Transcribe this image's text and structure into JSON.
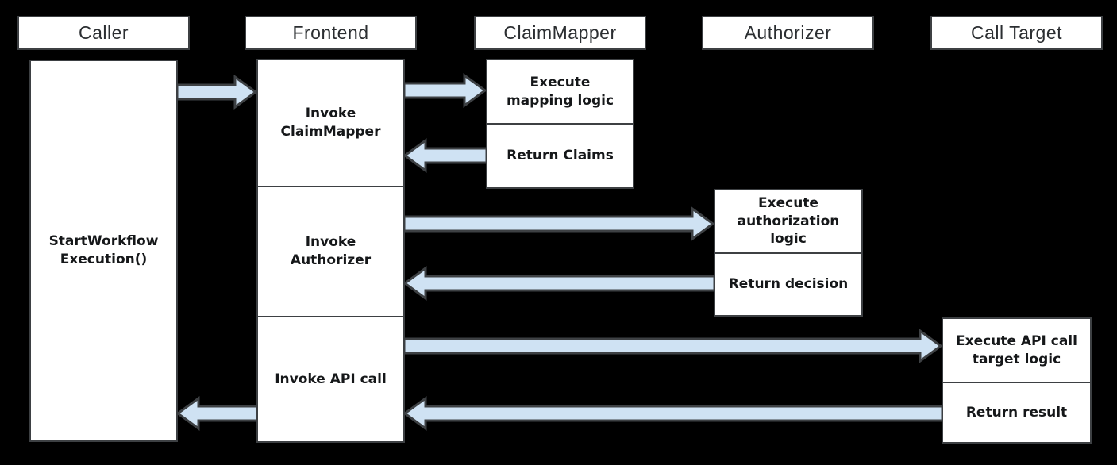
{
  "diagram": {
    "kind": "sequence-workflow-diagram",
    "lanes": [
      {
        "name": "caller",
        "header": "Caller"
      },
      {
        "name": "frontend",
        "header": "Frontend"
      },
      {
        "name": "claimmapper",
        "header": "ClaimMapper"
      },
      {
        "name": "authorizer",
        "header": "Authorizer"
      },
      {
        "name": "calltarget",
        "header": "Call Target"
      }
    ],
    "boxes": {
      "caller_start": "StartWorkflow\nExecution()",
      "frontend_invoke_claimmapper": "Invoke\nClaimMapper",
      "frontend_invoke_authorizer": "Invoke\nAuthorizer",
      "frontend_invoke_api_call": "Invoke API call",
      "claimmapper_execute": "Execute\nmapping logic",
      "claimmapper_return": "Return Claims",
      "authorizer_execute": "Execute\nauthorization\nlogic",
      "authorizer_return": "Return decision",
      "calltarget_execute": "Execute API call\ntarget logic",
      "calltarget_return": "Return result"
    },
    "connections": [
      {
        "from": "Caller",
        "to": "Frontend",
        "direction": "right"
      },
      {
        "from": "Frontend",
        "to": "ClaimMapper",
        "direction": "right"
      },
      {
        "from": "ClaimMapper",
        "to": "Frontend",
        "direction": "left"
      },
      {
        "from": "Frontend",
        "to": "Authorizer",
        "direction": "right"
      },
      {
        "from": "Authorizer",
        "to": "Frontend",
        "direction": "left"
      },
      {
        "from": "Frontend",
        "to": "Call Target",
        "direction": "right"
      },
      {
        "from": "Call Target",
        "to": "Frontend",
        "direction": "left"
      },
      {
        "from": "Frontend",
        "to": "Caller",
        "direction": "left"
      }
    ],
    "colors": {
      "background": "#000000",
      "box_fill": "#ffffff",
      "box_border": "#3d4043",
      "arrow_fill": "#cfe2f3",
      "arrow_stroke": "#3d4043",
      "text": "#151719"
    }
  }
}
